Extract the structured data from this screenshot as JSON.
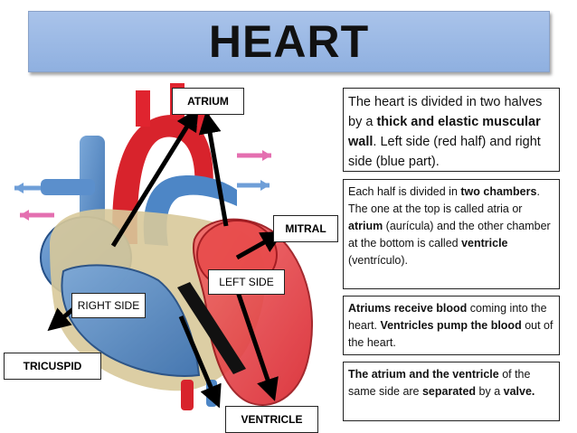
{
  "title": "HEART",
  "labels": {
    "atrium": "ATRIUM",
    "mitral": "MITRAL",
    "left_side": "LEFT SIDE",
    "right_side": "RIGHT SIDE",
    "tricuspid": "TRICUSPID",
    "ventricle": "VENTRICLE"
  },
  "info_boxes": [
    {
      "parts": [
        {
          "t": "The heart is divided in two halves by a ",
          "b": false
        },
        {
          "t": "thick and elastic muscular wall",
          "b": true
        },
        {
          "t": ". Left side (red half) and right side (blue part).",
          "b": false
        }
      ]
    },
    {
      "parts": [
        {
          "t": "Each half is divided in ",
          "b": false
        },
        {
          "t": "two chambers",
          "b": true
        },
        {
          "t": ". The one at the top is called atria or ",
          "b": false
        },
        {
          "t": "atrium",
          "b": true
        },
        {
          "t": " (aurícula) and the other chamber at the bottom is called ",
          "b": false
        },
        {
          "t": "ventricle",
          "b": true
        },
        {
          "t": " (ventrículo).",
          "b": false
        }
      ]
    },
    {
      "parts": [
        {
          "t": "Atriums receive blood",
          "b": true
        },
        {
          "t": " coming into the heart. ",
          "b": false
        },
        {
          "t": "Ventricles pump the blood",
          "b": true
        },
        {
          "t": " out of the heart.",
          "b": false
        }
      ]
    },
    {
      "parts": [
        {
          "t": "The atrium and the ventricle",
          "b": true
        },
        {
          "t": " of the same side are ",
          "b": false
        },
        {
          "t": "separated",
          "b": true
        },
        {
          "t": " by a ",
          "b": false
        },
        {
          "t": "valve.",
          "b": true
        }
      ]
    }
  ],
  "colors": {
    "title_bg": "#9bb8e6",
    "blood_red": "#e0242f",
    "blood_blue": "#2f6fb5",
    "arrow": "#000000"
  }
}
